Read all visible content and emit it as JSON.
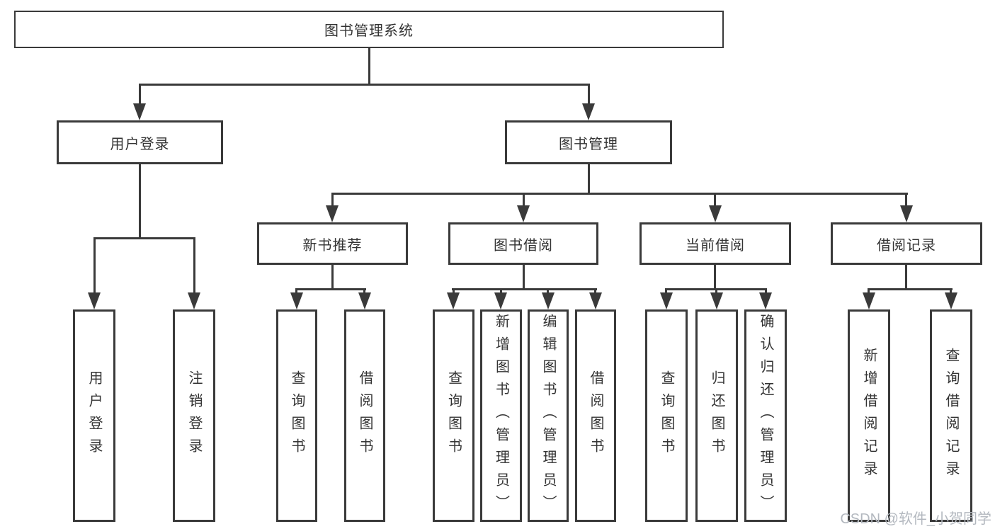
{
  "diagram": {
    "title": "图书管理系统",
    "branches": {
      "user_login": {
        "label": "用户登录",
        "children": {
          "login": "用户登录",
          "logout": "注销登录"
        }
      },
      "book_management": {
        "label": "图书管理",
        "children": {
          "new_books": {
            "label": "新书推荐",
            "children": {
              "query": "查询图书",
              "borrow": "借阅图书"
            }
          },
          "book_borrow": {
            "label": "图书借阅",
            "children": {
              "query": "查询图书",
              "add": "新增图书（管理员）",
              "edit": "编辑图书（管理员）",
              "borrow": "借阅图书"
            }
          },
          "current_borrow": {
            "label": "当前借阅",
            "children": {
              "query": "查询图书",
              "return": "归还图书",
              "confirm": "确认归还（管理员）"
            }
          },
          "borrow_records": {
            "label": "借阅记录",
            "children": {
              "add": "新增借阅记录",
              "query": "查询借阅记录"
            }
          }
        }
      }
    }
  },
  "watermark": {
    "text": "CSDN @软件_小贺同学"
  },
  "colors": {
    "line": "#3a3a3a",
    "text": "#333333",
    "bg": "#ffffff",
    "watermark": "#b3b8bf"
  }
}
